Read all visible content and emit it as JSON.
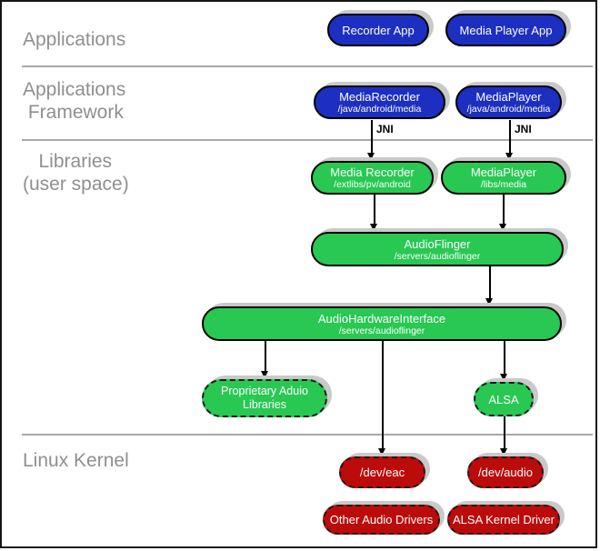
{
  "layers": {
    "applications": {
      "label": "Applications"
    },
    "applications_framework": {
      "label": "Applications\n Framework"
    },
    "libraries": {
      "label": "   Libraries\n(user space)"
    },
    "linux_kernel": {
      "label": "Linux Kernel"
    }
  },
  "nodes": {
    "recorder_app": {
      "title": "Recorder App"
    },
    "media_player_app": {
      "title": "Media Player App"
    },
    "media_recorder_fw": {
      "title": "MediaRecorder",
      "path": "/java/android/media"
    },
    "media_player_fw": {
      "title": "MediaPlayer",
      "path": "/java/android/media"
    },
    "media_recorder_lib": {
      "title": "Media Recorder",
      "path": "/extlibs/pv/android"
    },
    "media_player_lib": {
      "title": "MediaPlayer",
      "path": "/libs/media"
    },
    "audio_flinger": {
      "title": "AudioFlinger",
      "path": "/servers/audioflinger"
    },
    "audio_hardware_interface": {
      "title": "AudioHardwareInterface",
      "path": "/servers/audioflinger"
    },
    "proprietary_audio_libraries": {
      "line1": "Proprietary Aduio",
      "line2": "Libraries"
    },
    "alsa": {
      "title": "ALSA"
    },
    "dev_eac": {
      "title": "/dev/eac"
    },
    "dev_audio": {
      "title": "/dev/audio"
    },
    "other_audio_drivers": {
      "title": "Other Audio Drivers"
    },
    "alsa_kernel_driver": {
      "title": "ALSA Kernel Driver"
    }
  },
  "annotations": {
    "jni_left": "JNI",
    "jni_right": "JNI"
  },
  "colors": {
    "app_blue": "#1c2fc1",
    "library_green": "#28c852",
    "kernel_red": "#bb0b0b",
    "box_shadow_gray": "#c9c9c9",
    "layer_label_gray": "#8f8f8f",
    "divider_gray": "#a8a8a8"
  }
}
